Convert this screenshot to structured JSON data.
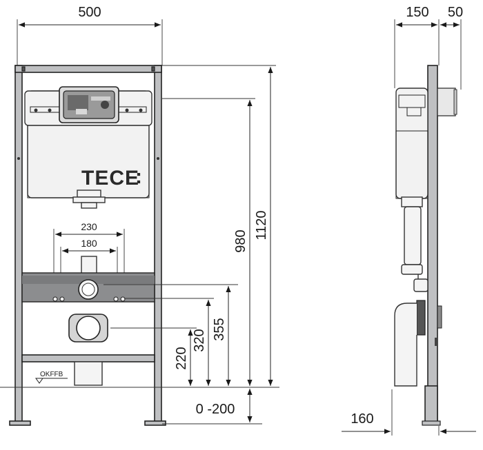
{
  "front_view": {
    "width": "500",
    "height_total": "1120",
    "height_tank": "980",
    "height_355": "355",
    "height_320": "320",
    "height_220": "220",
    "height_adjust": "0 -200",
    "spacing_230": "230",
    "spacing_180": "180",
    "reference_label": "OKFFB"
  },
  "side_view": {
    "depth_150": "150",
    "depth_50": "50",
    "depth_160": "160"
  },
  "brand": {
    "logo_text": "TECE",
    "logo_mark": ":"
  },
  "colors": {
    "frame": "#bfc0c2",
    "ink": "#1a1a1a"
  }
}
